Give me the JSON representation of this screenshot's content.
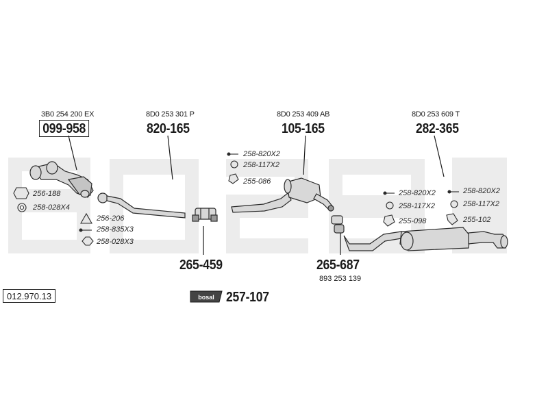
{
  "reference_number": "012.970.13",
  "watermark": {
    "text": "bosal",
    "color": "#e9e9e9"
  },
  "brand_logo": {
    "text": "bosal"
  },
  "accessory_set": {
    "part": "257-107"
  },
  "parts": {
    "front_pipe": {
      "oe": "3B0 254 200 EX",
      "part": "099-958"
    },
    "middle_pipe": {
      "oe": "8D0 253 301 P",
      "part": "820-165"
    },
    "center_silencer": {
      "oe": "8D0 253 409 AB",
      "part": "105-165"
    },
    "rear_silencer": {
      "oe": "8D0 253 609 T",
      "part": "282-365"
    },
    "clamp": {
      "part": "265-459"
    },
    "rear_connector": {
      "part": "265-687",
      "oe": "893 253 139"
    }
  },
  "fittings": {
    "front_gasket": "256-188",
    "front_nuts": "258-028X4",
    "flange_gasket": "256-206",
    "flange_bolts": "258-835X3",
    "flange_nuts": "258-028X3",
    "center_hanger_bolt": "258-820X2",
    "center_hanger_ring": "258-117X2",
    "center_hanger": "255-086",
    "rear_left_bolt": "258-820X2",
    "rear_left_ring": "258-117X2",
    "rear_left_hanger": "255-098",
    "rear_right_bolt": "258-820X2",
    "rear_right_ring": "258-117X2",
    "rear_right_hanger": "255-102"
  },
  "colors": {
    "line": "#1a1a1a",
    "part_fill": "#d8d8d8",
    "part_stroke": "#2a2a2a",
    "logo_bg": "#444444"
  }
}
